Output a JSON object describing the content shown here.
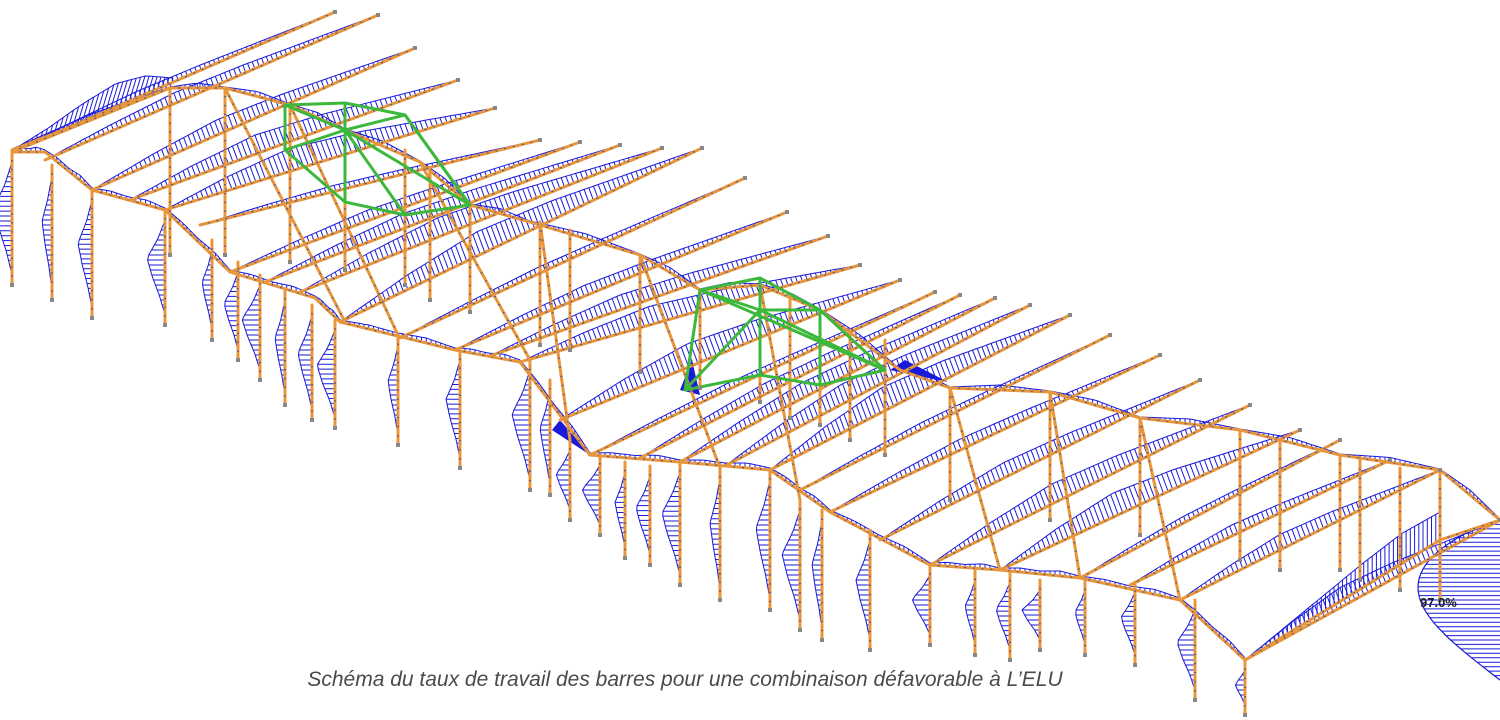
{
  "caption": "Schéma du taux de travail des barres pour une combinaison défavorable à L’ELU",
  "peak_ratio_label": "97.0%",
  "colors": {
    "member": "#e8963c",
    "member_node": "#5a5a7a",
    "diagram": "#1a1adb",
    "bracing": "#3cb83c",
    "support": "#888888",
    "caption_text": "#4a4a4a"
  },
  "icons": {
    "members": "orange-steel-bar",
    "diagrams": "blue-hatched-work-ratio-diagram",
    "bracing": "green-bracing-frame",
    "supports": "grey-support-node"
  }
}
